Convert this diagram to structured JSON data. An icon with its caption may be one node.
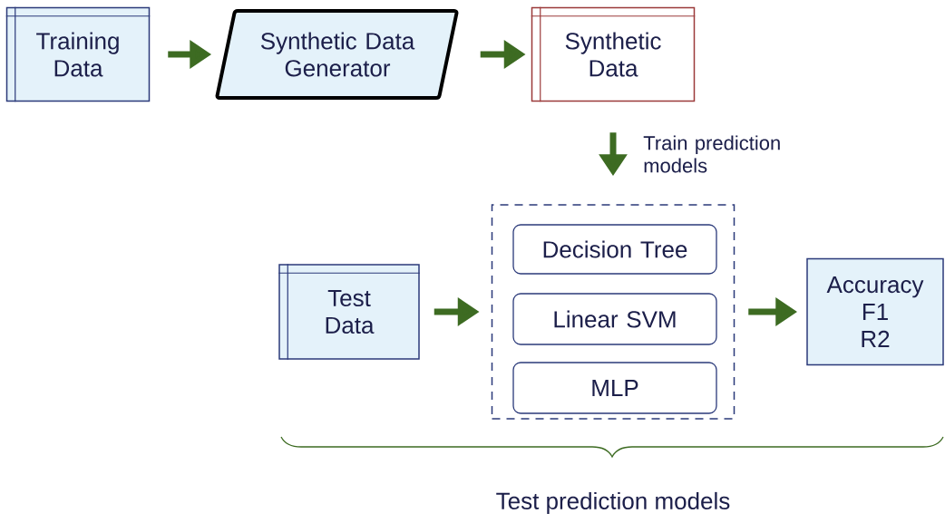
{
  "diagram": {
    "nodes": [
      {
        "text": [
          "Training Data"
        ]
      },
      {
        "text": [
          "Synthetic Data Generator"
        ]
      },
      {
        "text": [
          "Synthetic Data"
        ]
      },
      {
        "text": [],
        "shape": "box"
      },
      {
        "text": [
          "Decision Tree"
        ],
        "in": 3
      },
      {
        "text": [
          "Linear SVM"
        ],
        "in": 3
      },
      {
        "text": [
          "MLP"
        ],
        "in": 3
      },
      {
        "text": [
          "Test Data"
        ]
      },
      {
        "text": [
          "Accuracy",
          "F1",
          "R2"
        ]
      }
    ],
    "edges": [
      {
        "from": 0,
        "to": 1,
        "arrow": "to"
      },
      {
        "from": 1,
        "to": 2,
        "arrow": "to"
      },
      {
        "from": 2,
        "to": 3,
        "arrow": "to",
        "label": "Train prediction models"
      },
      {
        "from": 7,
        "to": 3,
        "arrow": "to"
      },
      {
        "from": 3,
        "to": 8,
        "arrow": "to"
      }
    ],
    "labels": [
      "Test prediction models"
    ]
  }
}
